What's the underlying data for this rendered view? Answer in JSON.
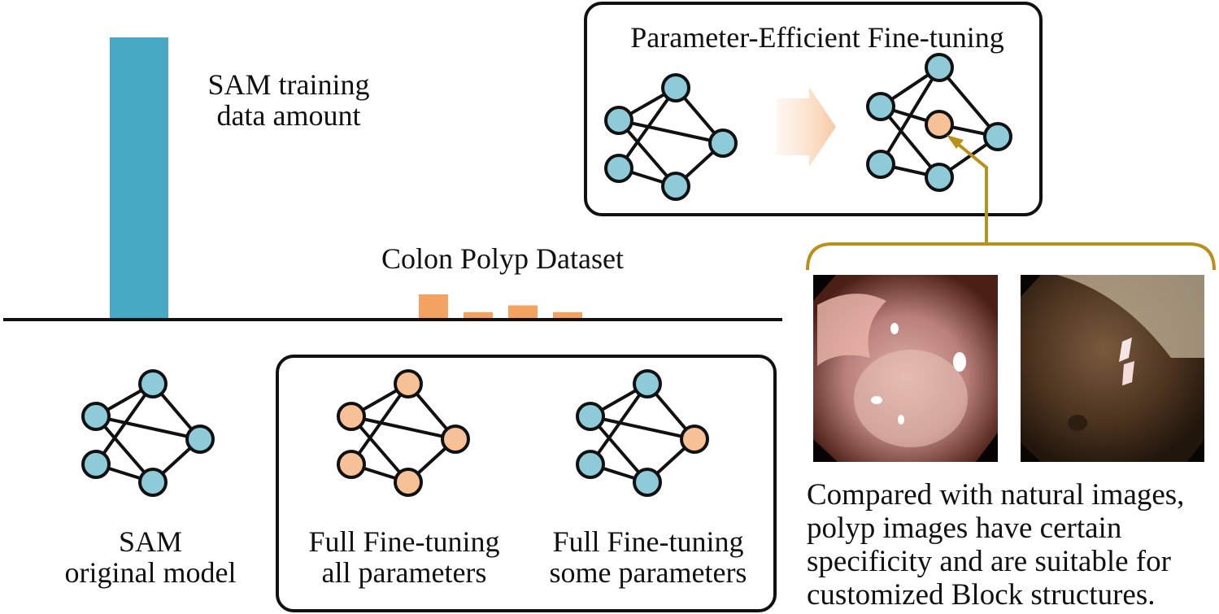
{
  "colors": {
    "sam_bar": "#47a9c3",
    "polyp_bar": "#f4a261",
    "node_blue": "#8ecad8",
    "node_orange": "#f7c198",
    "connector": "#b8901a"
  },
  "sam_bar": {
    "label_line1": "SAM training",
    "label_line2": "data amount"
  },
  "polyp_dataset": {
    "label": "Colon Polyp Dataset",
    "bar_levels": [
      0.27,
      0.06,
      0.14,
      0.06
    ]
  },
  "peft_box": {
    "title": "Parameter-Efficient Fine-tuning"
  },
  "models": {
    "original": {
      "line1": "SAM",
      "line2": "original model"
    },
    "full_all": {
      "line1": "Full Fine-tuning",
      "line2": "all parameters"
    },
    "full_some": {
      "line1": "Full Fine-tuning",
      "line2": "some parameters"
    }
  },
  "description": {
    "line1": "Compared with natural images,",
    "line2": "polyp images have certain",
    "line3": "specificity and are suitable for",
    "line4": "customized Block structures."
  }
}
